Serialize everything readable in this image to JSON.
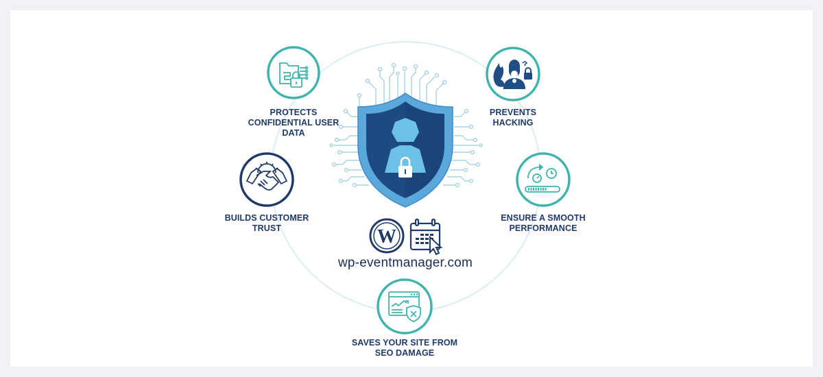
{
  "colors": {
    "background": "#f0f2f5",
    "card": "#ffffff",
    "teal": "#3fb3ad",
    "navy": "#1f3a68",
    "shield_outer": "#5aa8dc",
    "shield_inner": "#1d4a80",
    "orbit": "#d9eef4",
    "circuit": "#9cc9e3"
  },
  "center": {
    "icon": "shield-user-lock-icon",
    "logos": [
      "wordpress-logo-icon",
      "calendar-cursor-icon"
    ],
    "domain": "wp-eventmanager.com"
  },
  "features": [
    {
      "id": "protects-data",
      "icon": "folder-lock-icon",
      "label": "PROTECTS\nCONFIDENTIAL USER\nDATA"
    },
    {
      "id": "prevents-hacking",
      "icon": "hacker-lock-icon",
      "label": "PREVENTS\nHACKING"
    },
    {
      "id": "builds-trust",
      "icon": "handshake-icon",
      "label": "BUILDS CUSTOMER\nTRUST"
    },
    {
      "id": "smooth-performance",
      "icon": "speed-gauge-icon",
      "label": "ENSURE A SMOOTH\nPERFORMANCE"
    },
    {
      "id": "seo-damage",
      "icon": "seo-shield-icon",
      "label": "SAVES YOUR SITE FROM\nSEO DAMAGE"
    }
  ]
}
